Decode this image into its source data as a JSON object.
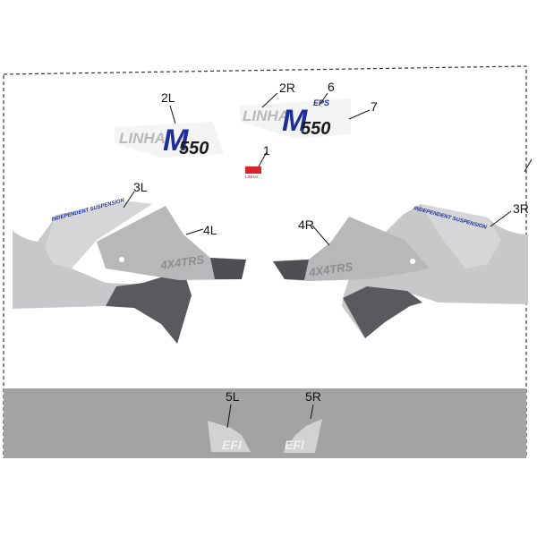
{
  "diagram": {
    "callouts": {
      "c1": "1",
      "c2L": "2L",
      "c2R": "2R",
      "c3L": "3L",
      "c3R": "3R",
      "c4L": "4L",
      "c4R": "4R",
      "c5L": "5L",
      "c5R": "5R",
      "c6": "6",
      "c7": "7"
    },
    "decals": {
      "brand_word": "LINHAI",
      "model_letter": "M",
      "model_number_left": "550",
      "model_number_right": "550",
      "eps_badge": "EPS",
      "suspension_text": "INDEPENDENT SUSPENSION",
      "fender_text": "4X4TRS",
      "efi_text": "EFI",
      "small_logo": "LINHAI"
    },
    "colors": {
      "light_gray": "#c8c8ca",
      "mid_gray": "#9a9a9c",
      "dark_gray": "#5a5a5e",
      "blue": "#1e2f9a",
      "red": "#d8262a",
      "band_gray": "#a3a3a3"
    }
  }
}
